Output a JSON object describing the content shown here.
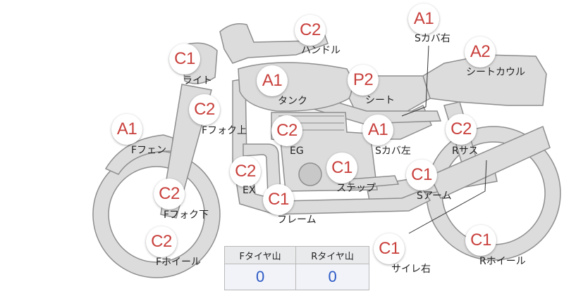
{
  "colors": {
    "part_fill": "#dcdcdc",
    "part_stroke": "#8e8e8e",
    "marker_text": "#c8403c",
    "value_text": "#2c59c6"
  },
  "parts": [
    {
      "id": "light",
      "grade": "C1",
      "label": "ライト"
    },
    {
      "id": "handle",
      "grade": "C2",
      "label": "ハンドル"
    },
    {
      "id": "side-cover-right",
      "grade": "A1",
      "label": "Sカバ右"
    },
    {
      "id": "seat-cowl",
      "grade": "A2",
      "label": "シートカウル"
    },
    {
      "id": "tank",
      "grade": "A1",
      "label": "タンク"
    },
    {
      "id": "seat",
      "grade": "P2",
      "label": "シート"
    },
    {
      "id": "front-fork-upper",
      "grade": "C2",
      "label": "Fフォク上"
    },
    {
      "id": "front-fender",
      "grade": "A1",
      "label": "Fフェン"
    },
    {
      "id": "engine",
      "grade": "C2",
      "label": "EG"
    },
    {
      "id": "side-cover-left",
      "grade": "A1",
      "label": "Sカバ左"
    },
    {
      "id": "rear-suspension",
      "grade": "C2",
      "label": "Rサス"
    },
    {
      "id": "exhaust",
      "grade": "C2",
      "label": "EX"
    },
    {
      "id": "step",
      "grade": "C1",
      "label": "ステップ"
    },
    {
      "id": "swingarm",
      "grade": "C1",
      "label": "Sアーム"
    },
    {
      "id": "front-fork-lower",
      "grade": "C2",
      "label": "Fフォク下"
    },
    {
      "id": "frame",
      "grade": "C1",
      "label": "フレーム"
    },
    {
      "id": "front-wheel",
      "grade": "C2",
      "label": "Fホイール"
    },
    {
      "id": "muffler-right",
      "grade": "C1",
      "label": "サイレ右"
    },
    {
      "id": "rear-wheel",
      "grade": "C1",
      "label": "Rホイール"
    }
  ],
  "tire_tread": {
    "headers": [
      "Fタイヤ山",
      "Rタイヤ山"
    ],
    "values": [
      "0",
      "0"
    ]
  }
}
